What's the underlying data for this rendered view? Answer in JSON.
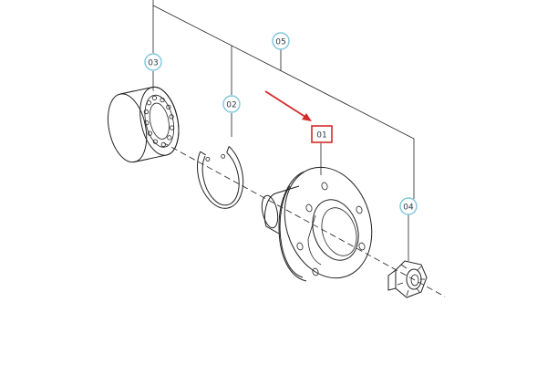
{
  "callouts": {
    "c01": "01",
    "c02": "02",
    "c03": "03",
    "c04": "04",
    "c05": "05"
  },
  "colors": {
    "callout_ring": "#7fc7d8",
    "highlight_box": "#d42a2a",
    "arrow": "#d42a2a",
    "line": "#222222"
  }
}
